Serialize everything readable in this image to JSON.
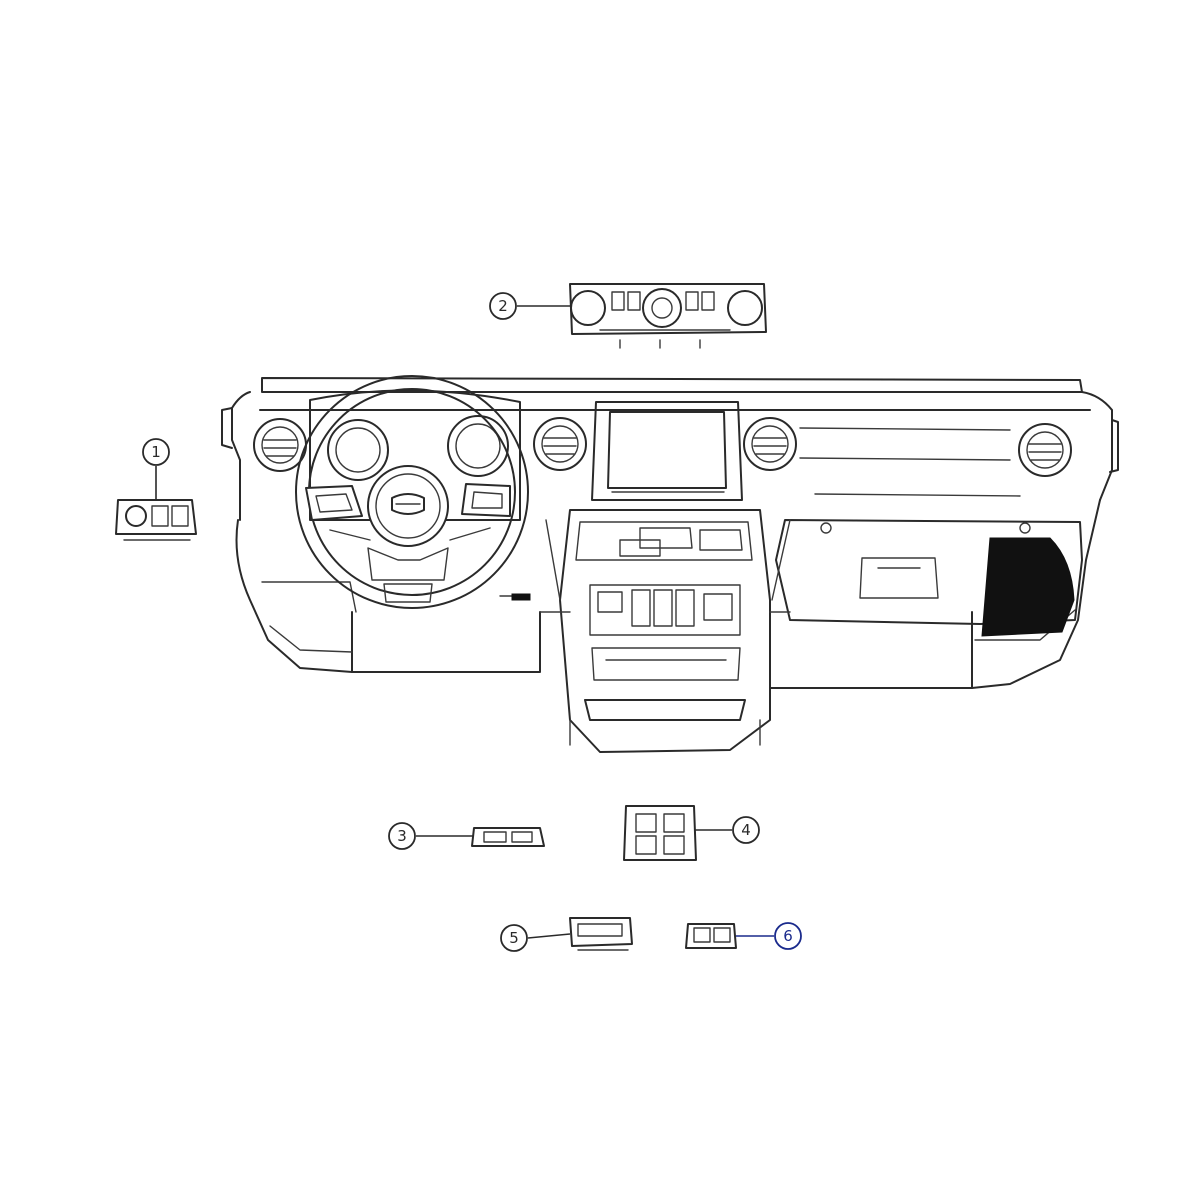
{
  "diagram": {
    "colors": {
      "line": "#2a2a2a",
      "accent_callout": "#1a2a8c",
      "background": "#ffffff",
      "storage_fill": "#111111"
    },
    "callouts": [
      {
        "id": "1",
        "label": "1",
        "part": "switch-pack-left"
      },
      {
        "id": "2",
        "label": "2",
        "part": "climate-control-panel"
      },
      {
        "id": "3",
        "label": "3",
        "part": "small-switch"
      },
      {
        "id": "4",
        "label": "4",
        "part": "window-switch-bank"
      },
      {
        "id": "5",
        "label": "5",
        "part": "switch-module-lower-left"
      },
      {
        "id": "6",
        "label": "6",
        "part": "switch-module-lower-right",
        "highlight": true
      }
    ]
  }
}
